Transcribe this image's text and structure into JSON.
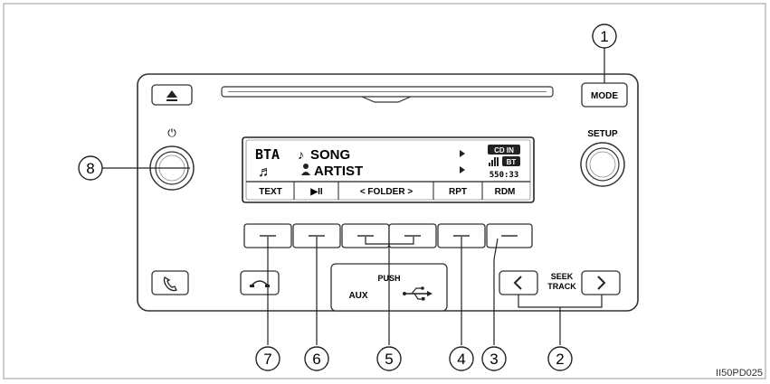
{
  "display": {
    "source": "BTA",
    "song": "SONG",
    "artist": "ARTIST",
    "disc_badge": "CD IN",
    "bt_badge": "BT",
    "time": "550:33",
    "soft_keys": [
      "TEXT",
      "▶II",
      "< FOLDER >",
      "RPT",
      "RDM"
    ]
  },
  "buttons": {
    "mode": "MODE",
    "setup": "SETUP",
    "power_symbol": "⏻",
    "aux": "AUX",
    "push": "PUSH",
    "seek_track": [
      "SEEK",
      "TRACK"
    ]
  },
  "callouts": [
    "1",
    "2",
    "3",
    "4",
    "5",
    "6",
    "7",
    "8"
  ],
  "figure_id": "II50PD025",
  "icons": [
    "eject-icon",
    "phone-pickup-icon",
    "phone-hangup-icon",
    "usb-icon",
    "power-icon",
    "music-note-icon",
    "person-icon",
    "signal-icon"
  ]
}
